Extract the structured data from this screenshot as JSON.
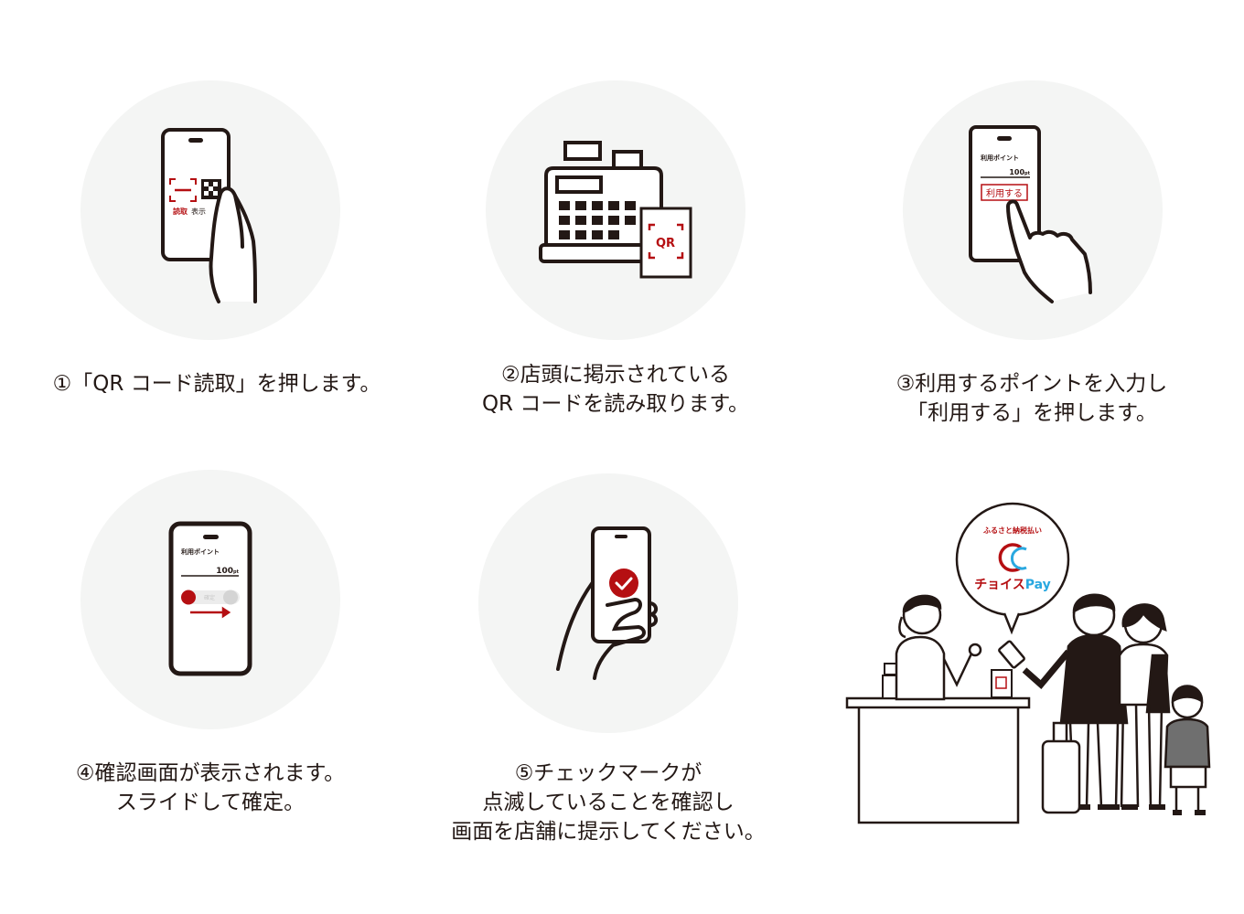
{
  "colors": {
    "accent_red": "#b50f12",
    "pay_blue": "#29a8e0",
    "circle_bg": "#f4f5f4",
    "ink": "#231815"
  },
  "steps": [
    {
      "caption": [
        "①「QR コード読取」を押します。"
      ],
      "screen": {
        "scan_label": "読取",
        "show_label": "表示"
      }
    },
    {
      "caption": [
        "②店頭に掲示されている",
        "QR コードを読み取ります。"
      ],
      "screen": {
        "qr_label": "QR"
      }
    },
    {
      "caption": [
        "③利用するポイントを入力し",
        "「利用する」を押します。"
      ],
      "screen": {
        "points_label": "利用ポイント",
        "points_value": "100",
        "points_unit": "pt",
        "use_button": "利用する"
      }
    },
    {
      "caption": [
        "④確認画面が表示されます。",
        "スライドして確定。"
      ],
      "screen": {
        "points_label": "利用ポイント",
        "points_value": "100",
        "points_unit": "pt",
        "slider_label": "確定"
      }
    },
    {
      "caption": [
        "⑤チェックマークが",
        "点滅していることを確認し",
        "画面を店舗に提示してください。"
      ]
    }
  ],
  "scene": {
    "bubble_tagline": "ふるさと納税払い",
    "brand_name_jp": "チョイス",
    "brand_name_en": "Pay"
  }
}
